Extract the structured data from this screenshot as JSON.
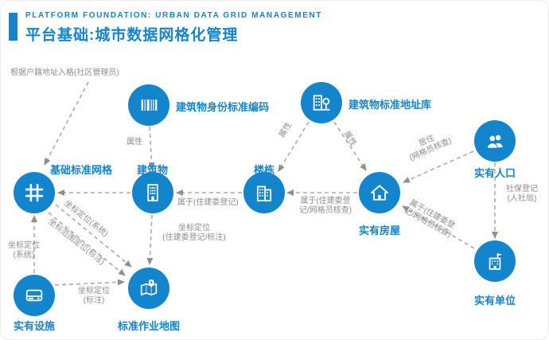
{
  "header": {
    "subtitle": "PLATFORM FOUNDATION: URBAN DATA GRID MANAGEMENT",
    "title": "平台基础:城市数据网格化管理"
  },
  "nodes": {
    "coding": {
      "label": "建筑物身份标准编码",
      "icon": "barcode-icon"
    },
    "addresslib": {
      "label": "建筑物标准地址库",
      "icon": "building-address-icon"
    },
    "grid": {
      "label": "基础标准网格",
      "icon": "grid-icon"
    },
    "building": {
      "label": "建筑物",
      "icon": "building-icon"
    },
    "loudong": {
      "label": "楼栋",
      "icon": "building-block-icon"
    },
    "house": {
      "label": "实有房屋",
      "icon": "house-icon"
    },
    "population": {
      "label": "实有人口",
      "icon": "people-icon"
    },
    "unit": {
      "label": "实有单位",
      "icon": "org-flag-icon"
    },
    "facility": {
      "label": "实有设施",
      "icon": "facility-icon"
    },
    "map": {
      "label": "标准作业地图",
      "icon": "map-pin-icon"
    }
  },
  "edges": {
    "entry": "根据户籍地址入格(社区管理员)",
    "attr1": "属性",
    "attr2": "属性",
    "attr3": "属性",
    "reside": "居住\n(网格员核查)",
    "social": "社保登记\n(人社局)",
    "belong_unit": "属于(住建委登\n记/网格员核查)",
    "belong_house": "属于(住建委登\n记/网格员核查)",
    "belong_loudong": "属于(住建委登记)",
    "coord_building_map": "坐标定位\n(住建委登记/标注)",
    "coord_sys_diag": "坐标定位(系统)",
    "coord_range": "坐标范围定位(标注)",
    "coord_sys_left": "坐标定位\n(系统)",
    "coord_map": "坐标定位\n(标注)"
  },
  "colors": {
    "primary": "#1385cc",
    "edge_text": "#8d8d8d",
    "line": "#ababab",
    "background": "#ffffff"
  }
}
